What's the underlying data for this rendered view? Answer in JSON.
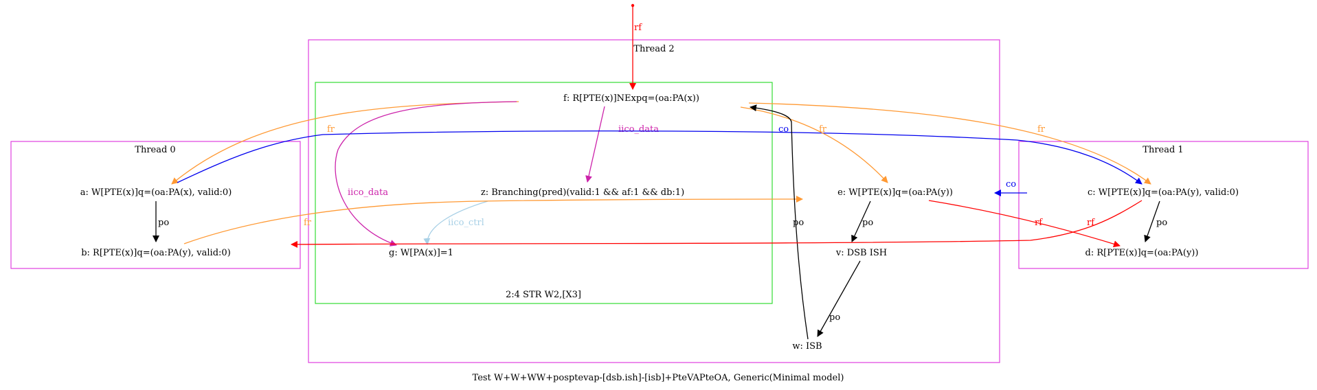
{
  "caption": "Test W+W+WW+posptevap-[dsb.ish]-[isb]+PteVAPteOA, Generic(Minimal model)",
  "clusters": {
    "thread0": "Thread 0",
    "thread1": "Thread 1",
    "thread2": "Thread 2",
    "instr": "2:4 STR W2,[X3]"
  },
  "nodes": {
    "a": "a: W[PTE(x)]q=(oa:PA(x), valid:0)",
    "b": "b: R[PTE(x)]q=(oa:PA(y), valid:0)",
    "c": "c: W[PTE(x)]q=(oa:PA(y), valid:0)",
    "d": "d: R[PTE(x)]q=(oa:PA(y))",
    "e": "e: W[PTE(x)]q=(oa:PA(y))",
    "f": "f: R[PTE(x)]NExpq=(oa:PA(x))",
    "z": "z: Branching(pred)(valid:1 && af:1 && db:1)",
    "g": "g: W[PA(x)]=1",
    "v": "v: DSB ISH",
    "w": "w: ISB"
  },
  "edge_labels": {
    "rf_init": "rf",
    "fr_fa": "fr",
    "iico_data_fg": "iico_data",
    "iico_data_fz": "iico_data",
    "co_ac": "co",
    "fr_fe": "fr",
    "fr_fc": "fr",
    "co_ce": "co",
    "po_ab": "po",
    "iico_ctrl_zg": "iico_ctrl",
    "fr_be": "fr",
    "po_ev": "po",
    "po_vw": "po",
    "po_wf": "po",
    "rf_ed": "rf",
    "rf_cb": "rf",
    "po_cd": "po"
  },
  "colors": {
    "thread_border": "#e040e0",
    "instr_border": "#33dd33",
    "rf": "#ff0000",
    "fr": "#ff9933",
    "co": "#0000ee",
    "iico_data": "#cc22aa",
    "iico_ctrl": "#a8d0e6",
    "po": "#000000"
  }
}
